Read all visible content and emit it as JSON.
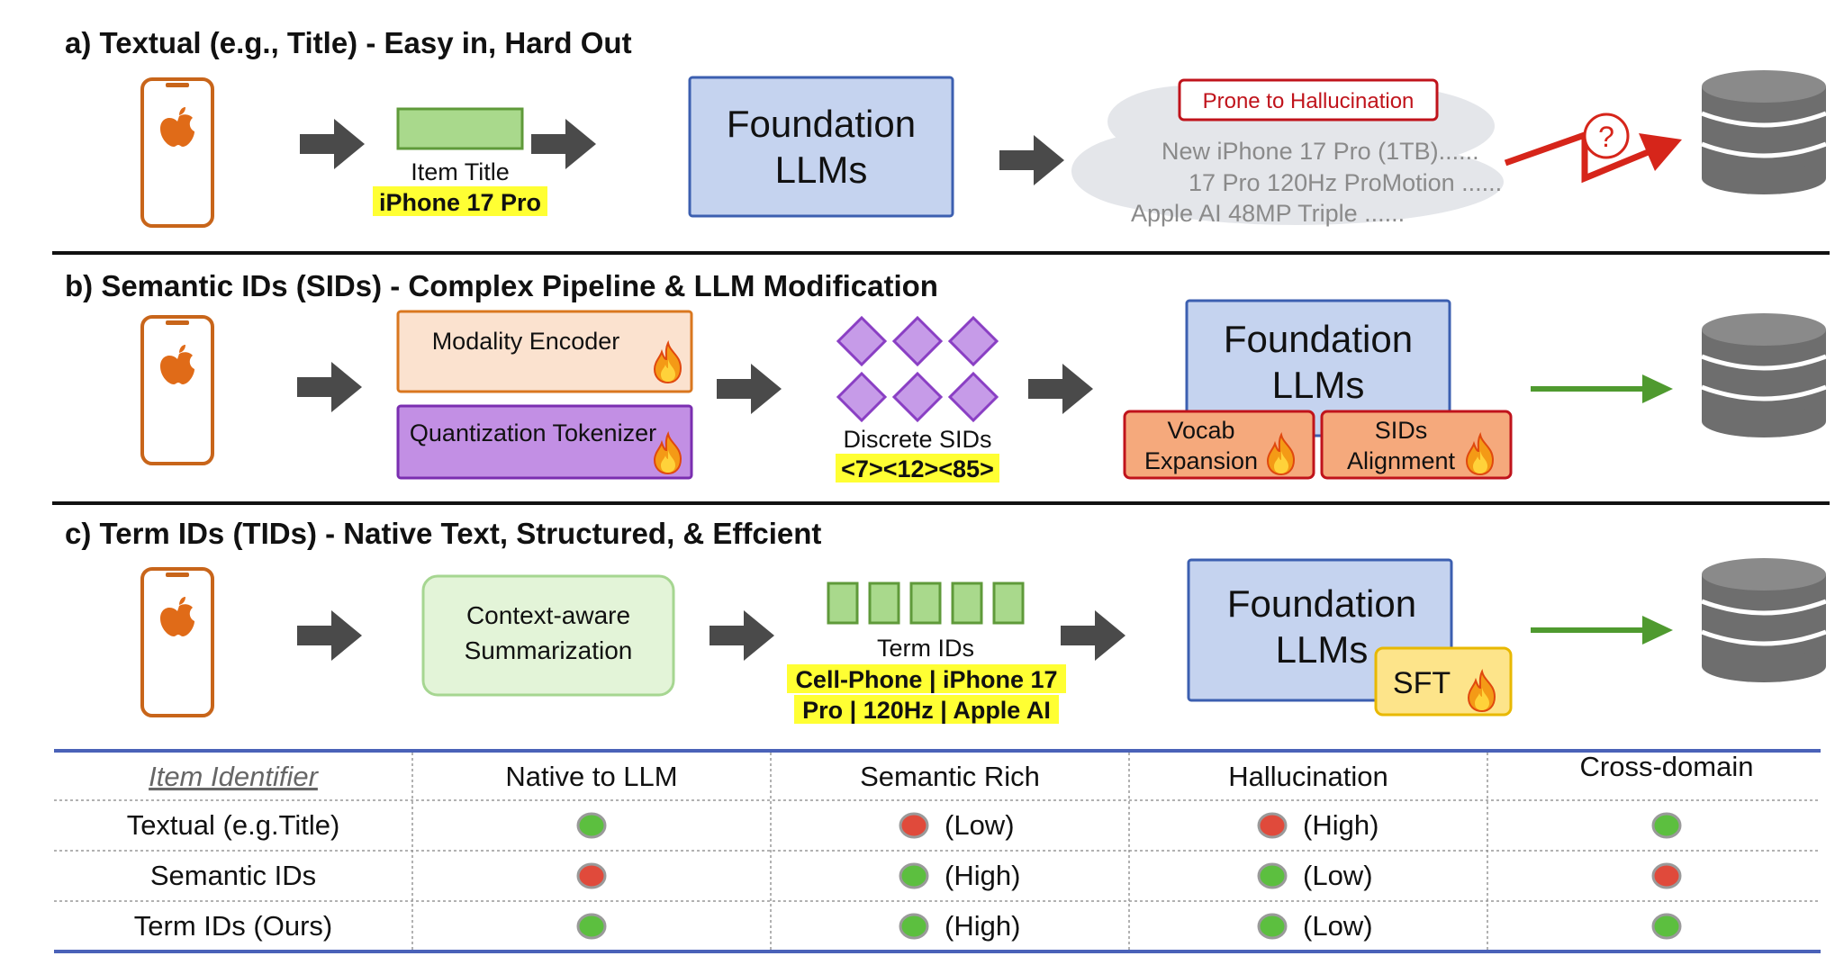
{
  "colors": {
    "phone": "#c8651a",
    "arrow": "#4a4a4a",
    "green_arrow": "#4f9a2f",
    "llm_box": "#c5d3ef",
    "llm_border": "#3c5fb0",
    "highlight": "#ffff33",
    "good": "#5cbf3f",
    "bad": "#e04a3b",
    "table_rule": "#4a62b8"
  },
  "sections": {
    "a": {
      "heading": "a) Textual (e.g., Title) - Easy in, Hard Out",
      "item_label": "Item Title",
      "item_value": "iPhone 17 Pro",
      "llm_line1": "Foundation",
      "llm_line2": "LLMs",
      "hallucination_badge": "Prone to Hallucination",
      "cloud_lines": [
        "New iPhone 17 Pro (1TB)......",
        "17 Pro 120Hz ProMotion ......",
        "Apple AI 48MP Triple ......"
      ],
      "question_mark": "?"
    },
    "b": {
      "heading": "b) Semantic IDs (SIDs) - Complex Pipeline & LLM Modification",
      "encoder": "Modality Encoder",
      "tokenizer": "Quantization Tokenizer",
      "sids_label": "Discrete SIDs",
      "sids_value": "<7><12><85>",
      "llm_line1": "Foundation",
      "llm_line2": "LLMs",
      "vocab_line1": "Vocab",
      "vocab_line2": "Expansion",
      "align_line1": "SIDs",
      "align_line2": "Alignment"
    },
    "c": {
      "heading": "c) Term IDs (TIDs) - Native Text, Structured, & Effcient",
      "summ_line1": "Context-aware",
      "summ_line2": "Summarization",
      "tids_label": "Term IDs",
      "tids_value_line1": "Cell-Phone | iPhone 17",
      "tids_value_line2": "Pro | 120Hz | Apple AI",
      "llm_line1": "Foundation",
      "llm_line2": "LLMs",
      "sft": "SFT"
    }
  },
  "table": {
    "headers": [
      "Item Identifier",
      "Native to LLM",
      "Semantic Rich",
      "Hallucination",
      "Cross-domain"
    ],
    "rows": [
      {
        "name": "Textual (e.g.Title)",
        "cells": [
          {
            "status": "good",
            "text": ""
          },
          {
            "status": "bad",
            "text": "(Low)"
          },
          {
            "status": "bad",
            "text": "(High)"
          },
          {
            "status": "good",
            "text": ""
          }
        ]
      },
      {
        "name": "Semantic IDs",
        "cells": [
          {
            "status": "bad",
            "text": ""
          },
          {
            "status": "good",
            "text": "(High)"
          },
          {
            "status": "good",
            "text": "(Low)"
          },
          {
            "status": "bad",
            "text": ""
          }
        ]
      },
      {
        "name": "Term IDs (Ours)",
        "cells": [
          {
            "status": "good",
            "text": ""
          },
          {
            "status": "good",
            "text": "(High)"
          },
          {
            "status": "good",
            "text": "(Low)"
          },
          {
            "status": "good",
            "text": ""
          }
        ]
      }
    ]
  }
}
